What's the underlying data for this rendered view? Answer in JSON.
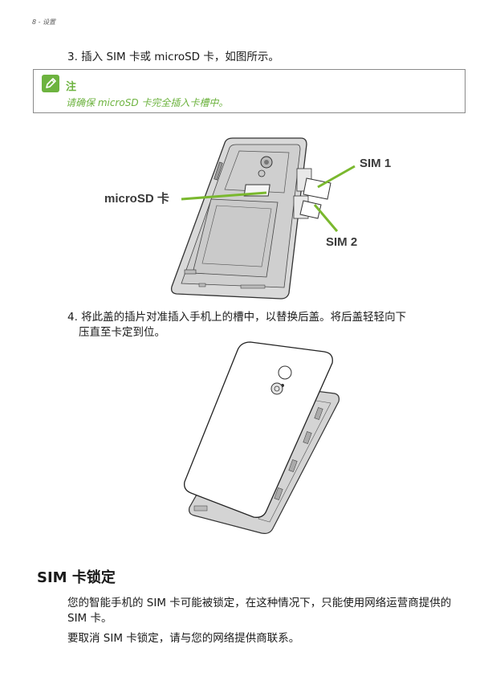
{
  "header": {
    "text": "8 - 设置"
  },
  "step3": {
    "text": "3. 插入 SIM 卡或 microSD 卡，如图所示。"
  },
  "note": {
    "title": "注",
    "text": "请确保 microSD 卡完全插入卡槽中。",
    "accent": "#6db33f"
  },
  "figure1": {
    "labels": {
      "sim1": "SIM 1",
      "sim2": "SIM 2",
      "microsd": "microSD 卡"
    },
    "callout_color": "#7ab82e"
  },
  "step4": {
    "line1": "4. 将此盖的插片对准插入手机上的槽中，以替换后盖。将后盖轻轻向下",
    "line2": "压直至卡定到位。"
  },
  "section": {
    "title": "SIM 卡锁定",
    "para1": "您的智能手机的 SIM 卡可能被锁定，在这种情况下，只能使用网络运营商提供的 SIM 卡。",
    "para2": "要取消 SIM 卡锁定，请与您的网络提供商联系。"
  }
}
